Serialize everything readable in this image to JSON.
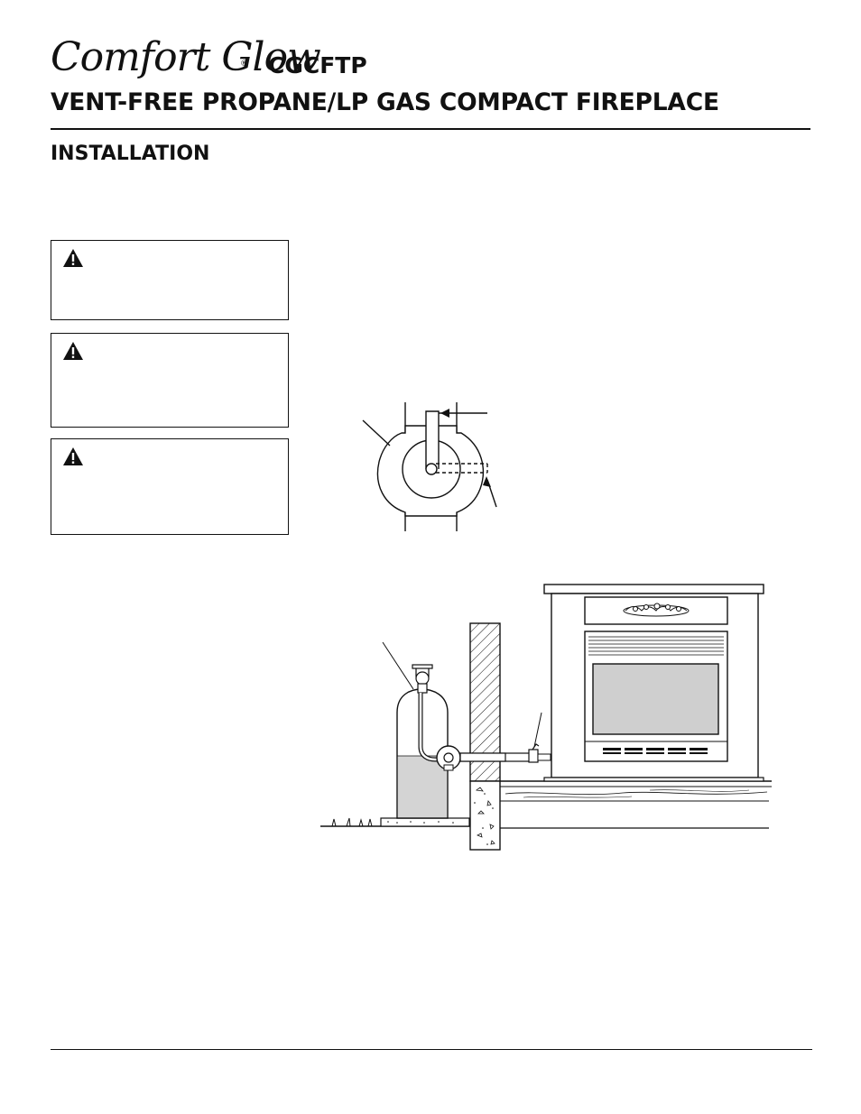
{
  "header": {
    "brand": "Comfort Glow",
    "registered_mark": "®",
    "model": "CGCFTP",
    "title": "VENT-FREE PROPANE/LP GAS COMPACT FIREPLACE"
  },
  "section": {
    "title": "INSTALLATION"
  },
  "warnings": [
    {
      "icon": "warning-triangle-icon"
    },
    {
      "icon": "warning-triangle-icon"
    },
    {
      "icon": "warning-triangle-icon"
    }
  ],
  "figures": [
    {
      "name": "regulator-vent-diagram"
    },
    {
      "name": "propane-tank-connection-diagram"
    }
  ]
}
